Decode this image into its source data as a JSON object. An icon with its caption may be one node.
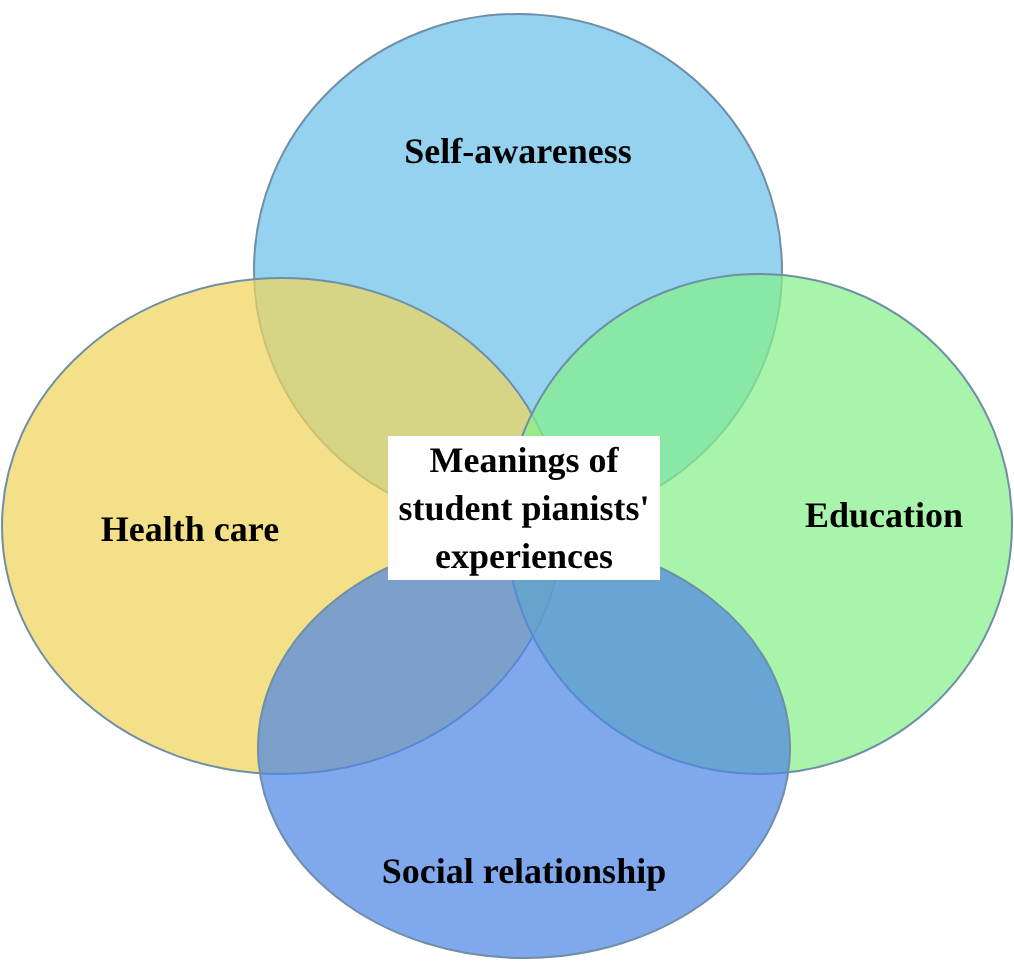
{
  "diagram": {
    "nodes": [
      {
        "text": [
          "Self-awareness"
        ]
      },
      {
        "text": [
          "Health care"
        ]
      },
      {
        "text": [
          "Education"
        ]
      },
      {
        "text": [
          "Social relationship"
        ]
      },
      {
        "text": [
          "Meanings of student pianists' experiences"
        ]
      }
    ]
  }
}
